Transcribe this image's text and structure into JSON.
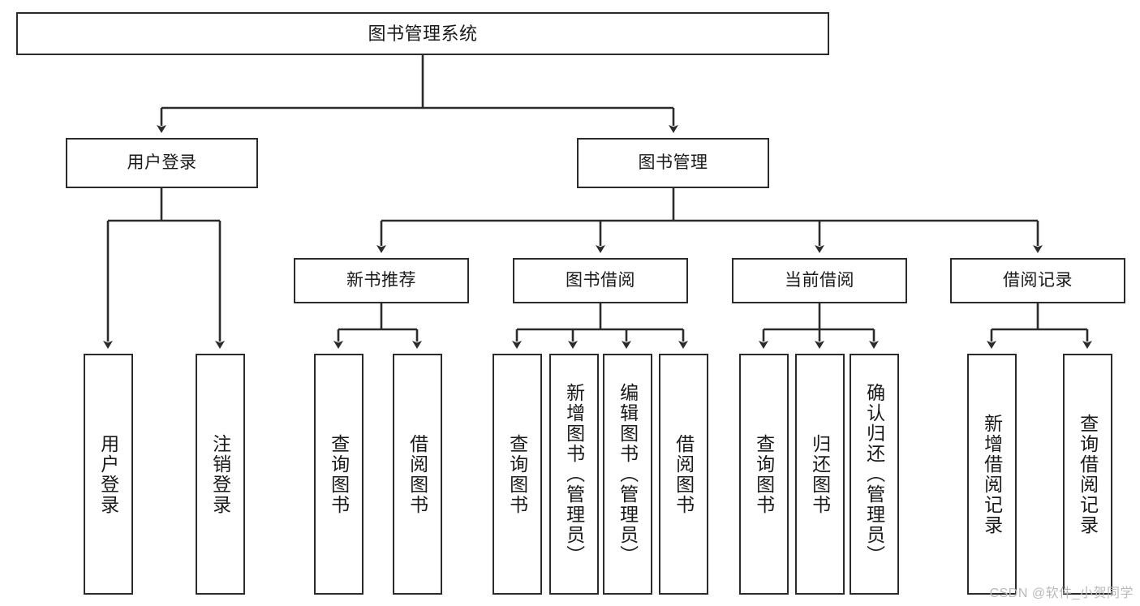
{
  "diagram": {
    "title": "图书管理系统",
    "watermark": "CSDN @软件_小贺同学",
    "colors": {
      "background": "#ffffff",
      "border": "#2b2b2b",
      "line": "#2b2b2b",
      "text": "#1a1a1a",
      "watermark": "#b9b9b9"
    },
    "nodes": {
      "root": {
        "label": "图书管理系统"
      },
      "level2": [
        {
          "label": "用户登录"
        },
        {
          "label": "图书管理"
        }
      ],
      "level3": [
        {
          "label": "新书推荐"
        },
        {
          "label": "图书借阅"
        },
        {
          "label": "当前借阅"
        },
        {
          "label": "借阅记录"
        }
      ],
      "leaves": {
        "user_login": [
          {
            "label": "用户登录"
          },
          {
            "label": "注销登录"
          }
        ],
        "new_book": [
          {
            "label": "查询图书"
          },
          {
            "label": "借阅图书"
          }
        ],
        "book_borrow": [
          {
            "label": "查询图书"
          },
          {
            "label": "新增图书（管理员）"
          },
          {
            "label": "编辑图书（管理员）"
          },
          {
            "label": "借阅图书"
          }
        ],
        "current_borrow": [
          {
            "label": "查询图书"
          },
          {
            "label": "归还图书"
          },
          {
            "label": "确认归还（管理员）"
          }
        ],
        "borrow_record": [
          {
            "label": "新增借阅记录"
          },
          {
            "label": "查询借阅记录"
          }
        ]
      }
    }
  }
}
